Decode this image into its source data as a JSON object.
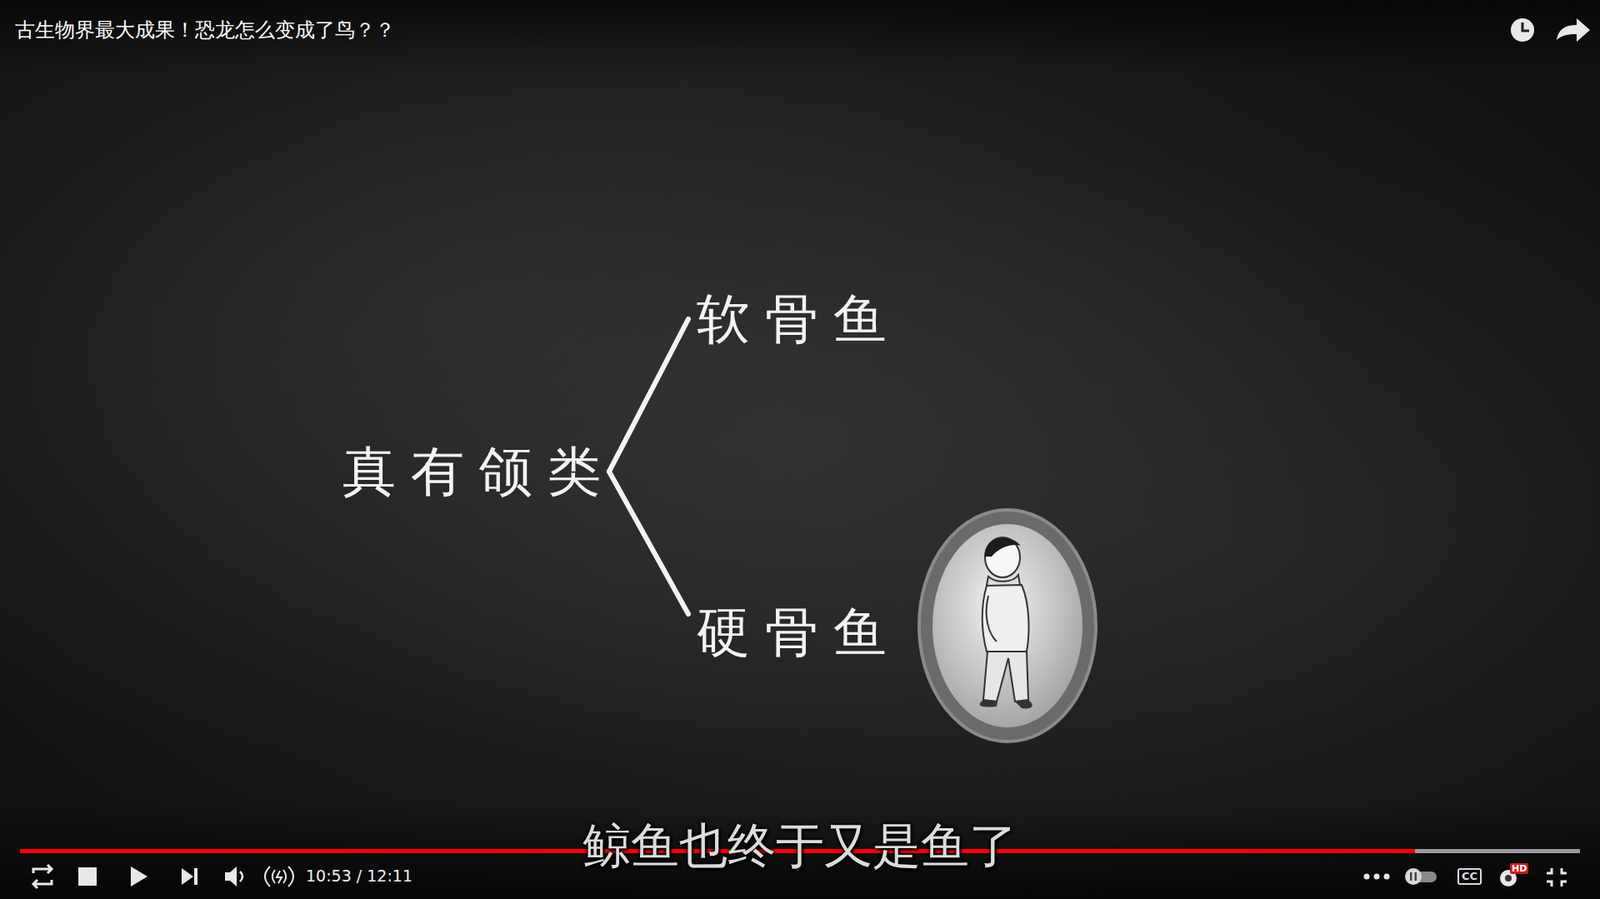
{
  "diagram": {
    "title": "古生物界最大成果！恐龙怎么变成了鸟？？",
    "nodes": [
      {
        "text": [
          "真有颌类"
        ]
      },
      {
        "text": [
          "软骨鱼"
        ]
      },
      {
        "text": [
          "硬骨鱼"
        ]
      }
    ],
    "edges": [
      {
        "from": 0,
        "to": 1,
        "arrow": "none"
      },
      {
        "from": 0,
        "to": 2,
        "arrow": "none"
      }
    ],
    "labels": [
      "鲸鱼也终于又是鱼了",
      "10:53 / 12:11",
      "CC",
      "HD"
    ]
  }
}
